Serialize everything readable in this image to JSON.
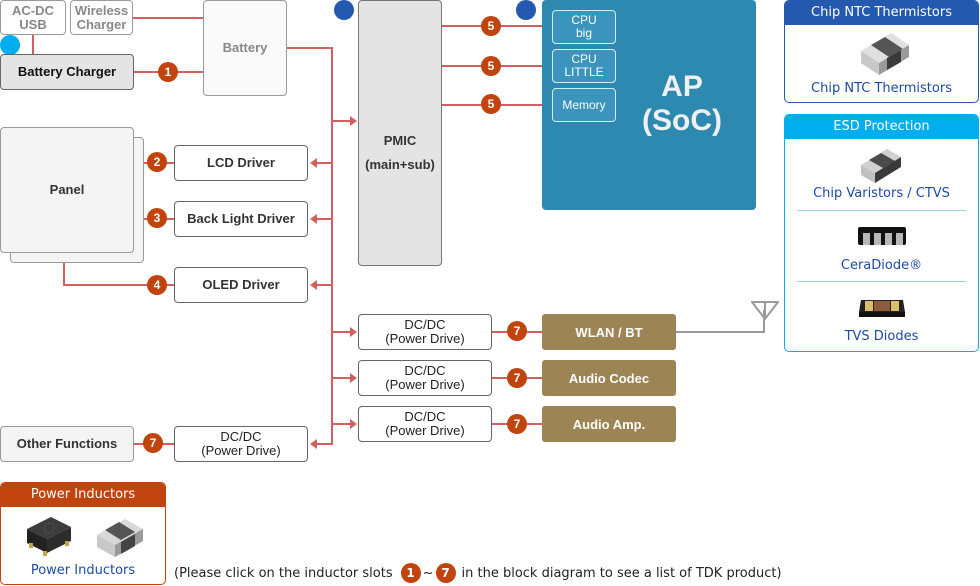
{
  "diagram": {
    "power_sources": {
      "ac_dc_usb": "AC-DC\nUSB",
      "wireless_charger": "Wireless\nCharger",
      "battery_charger": "Battery Charger",
      "battery": "Battery"
    },
    "pmic": {
      "line1": "PMIC",
      "line2": "(main+sub)"
    },
    "ap": {
      "title_line1": "AP",
      "title_line2": "(SoC)",
      "blocks": [
        "CPU\nbig",
        "CPU\nLITTLE",
        "Memory"
      ]
    },
    "panel": "Panel",
    "drivers": [
      "LCD Driver",
      "Back Light Driver",
      "OLED Driver"
    ],
    "dcdc_label": "DC/DC\n(Power Drive)",
    "peripherals": [
      "WLAN / BT",
      "Audio Codec",
      "Audio Amp."
    ],
    "other_functions": "Other Functions",
    "slots": {
      "battery_charger": "1",
      "lcd": "2",
      "backlight": "3",
      "oled": "4",
      "cpu_big": "5",
      "cpu_little": "5",
      "memory": "5",
      "wlan": "7",
      "audio_codec": "7",
      "audio_amp": "7",
      "other": "7"
    },
    "colors": {
      "line": "#d26060",
      "badge": "#c1440e",
      "ap": "#2d89b0",
      "peripheral": "#9c8455",
      "marker_blue": "#2459b0",
      "marker_cyan": "#00aeef"
    }
  },
  "cards": {
    "ntc": {
      "header": "Chip NTC Thermistors",
      "items": [
        "Chip NTC Thermistors"
      ]
    },
    "esd": {
      "header": "ESD Protection",
      "items": [
        "Chip Varistors / CTVS",
        "CeraDiode®",
        "TVS Diodes"
      ]
    },
    "inductors": {
      "header": "Power Inductors",
      "items": [
        "Power Inductors"
      ]
    }
  },
  "footnote": {
    "before": "(Please click on the inductor slots",
    "from": "1",
    "tilde": "~",
    "to": "7",
    "after": "in the block diagram to see a list of TDK product)"
  }
}
